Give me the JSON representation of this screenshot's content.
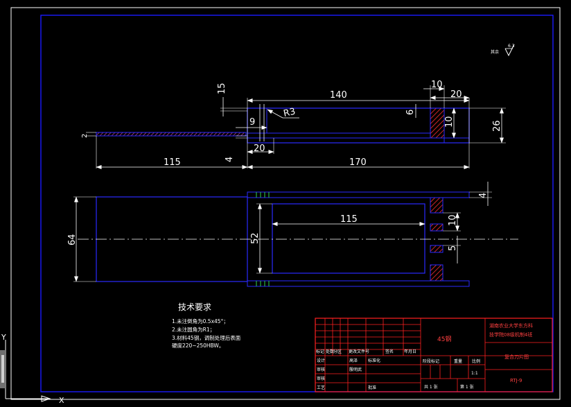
{
  "colors": {
    "background": "#000000",
    "frame": "#1a1aff",
    "part": "#2a2aff",
    "dimension": "#ffffff",
    "hatch": "#ff3030",
    "centerline": "#ffffff",
    "title_block": "#ff2020"
  },
  "roughness_note": {
    "label": "其余",
    "value": "6.3"
  },
  "dims": {
    "top_view": {
      "d15": "15",
      "d140": "140",
      "d10": "10",
      "d20": "20",
      "d6": "6",
      "d10b": "10",
      "d26": "26",
      "r3": "R3",
      "d9": "9",
      "d2": "2",
      "d4": "4",
      "d20b": "20",
      "d115": "115",
      "d170": "170"
    },
    "bottom_view": {
      "d64": "64",
      "d52": "52",
      "d115": "115",
      "d4": "4",
      "d10": "10",
      "d5": "5"
    }
  },
  "tech_requirements": {
    "title": "技术要求",
    "items": [
      "1.未注倒角为0.5x45°；",
      "2.未注圆角为R1；",
      "3.材料45钢，调制处理后表面",
      "硬度220~250HBW。"
    ]
  },
  "title_block": {
    "material": "45钢",
    "school_line1": "湖南农业大学东方科",
    "school_line2": "技学院08级机制4班",
    "drawing_name": "复合刀片图",
    "drawing_no": "RTJ-9",
    "scale": "1:1",
    "sheet_total": "共  1 张",
    "sheet_no": "第 1 张",
    "header_labels": [
      "标记",
      "处数",
      "分区",
      "更改文件号",
      "签名",
      "年月日"
    ],
    "stage_labels": [
      "阶段标记",
      "重量",
      "比例"
    ],
    "left_rows": [
      {
        "role": "设计",
        "name": "高泽",
        "extra": "标准化"
      },
      {
        "role": "审核",
        "name": "殷明武",
        "extra": ""
      },
      {
        "role": "审核",
        "name": "",
        "extra": ""
      },
      {
        "role": "工艺",
        "name": "",
        "extra": "批准"
      }
    ]
  },
  "ucs": {
    "y_label": "Y",
    "x_label": "X"
  }
}
